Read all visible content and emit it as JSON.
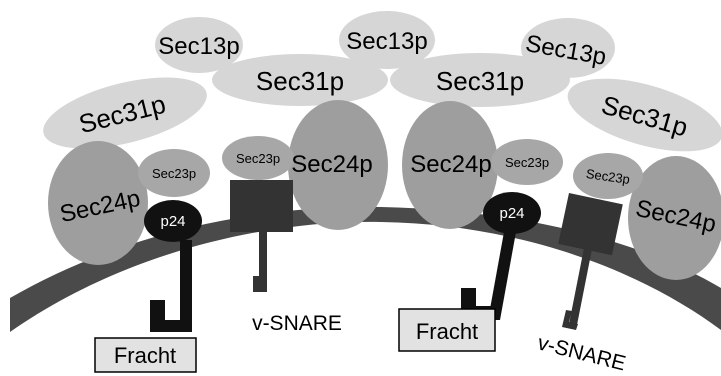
{
  "labels": {
    "sec13p": "Sec13p",
    "sec31p": "Sec31p",
    "sec24p": "Sec24p",
    "sec23p": "Sec23p",
    "p24": "p24",
    "cargo": "Fracht",
    "vsnare": "v-SNARE"
  },
  "colors": {
    "membrane": "#4a4a4a",
    "sec13_sec31": "#d6d6d6",
    "sec24": "#9e9e9e",
    "sec23": "#a7a7a7",
    "p24": "#111111",
    "snare": "#333333",
    "cargo_box": "#e2e2e2"
  }
}
